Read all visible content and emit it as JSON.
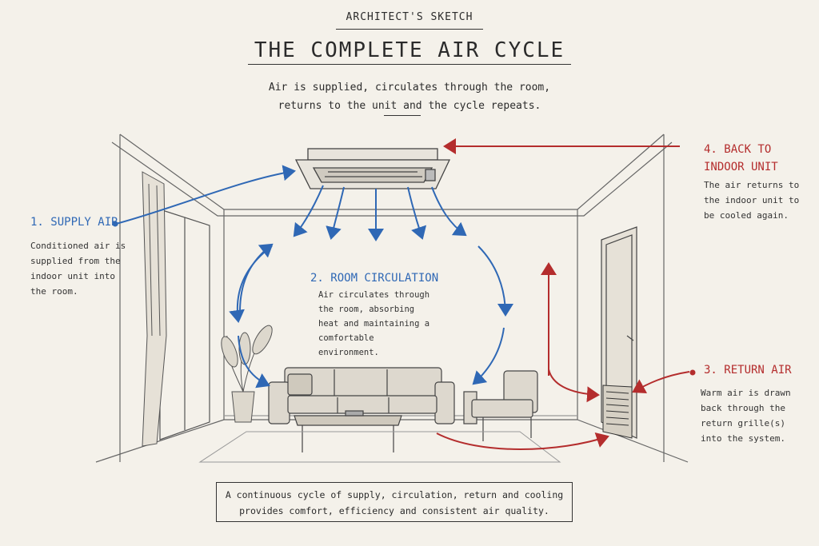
{
  "header": {
    "kicker": "ARCHITECT'S SKETCH",
    "title": "THE COMPLETE AIR CYCLE",
    "subtitle_line1": "Air is supplied, circulates through the room,",
    "subtitle_line2": "returns to the unit and the cycle repeats."
  },
  "steps": {
    "supply": {
      "heading": "1. SUPPLY AIR",
      "text": "Conditioned air is supplied from the indoor unit into the room."
    },
    "circulation": {
      "heading": "2. ROOM CIRCULATION",
      "text": "Air circulates through the room, absorbing heat and maintaining a comfortable environment."
    },
    "return": {
      "heading": "3. RETURN AIR",
      "text": "Warm air is drawn back through the return grille(s) into the system."
    },
    "back": {
      "heading_line1": "4. BACK TO",
      "heading_line2": "INDOOR UNIT",
      "text": "The air returns to the indoor unit to be cooled again."
    }
  },
  "footer": {
    "line1": "A continuous cycle of supply, circulation, return and cooling",
    "line2": "provides comfort, efficiency and consistent air quality."
  },
  "colors": {
    "supply_blue": "#2f68b5",
    "return_red": "#b42d2d",
    "pencil": "#555555",
    "paper": "#f4f1ea"
  },
  "icons": [
    "cassette-ac-unit",
    "sofa",
    "armchair",
    "coffee-table",
    "potted-plant",
    "door",
    "return-grille",
    "curtain",
    "window"
  ]
}
